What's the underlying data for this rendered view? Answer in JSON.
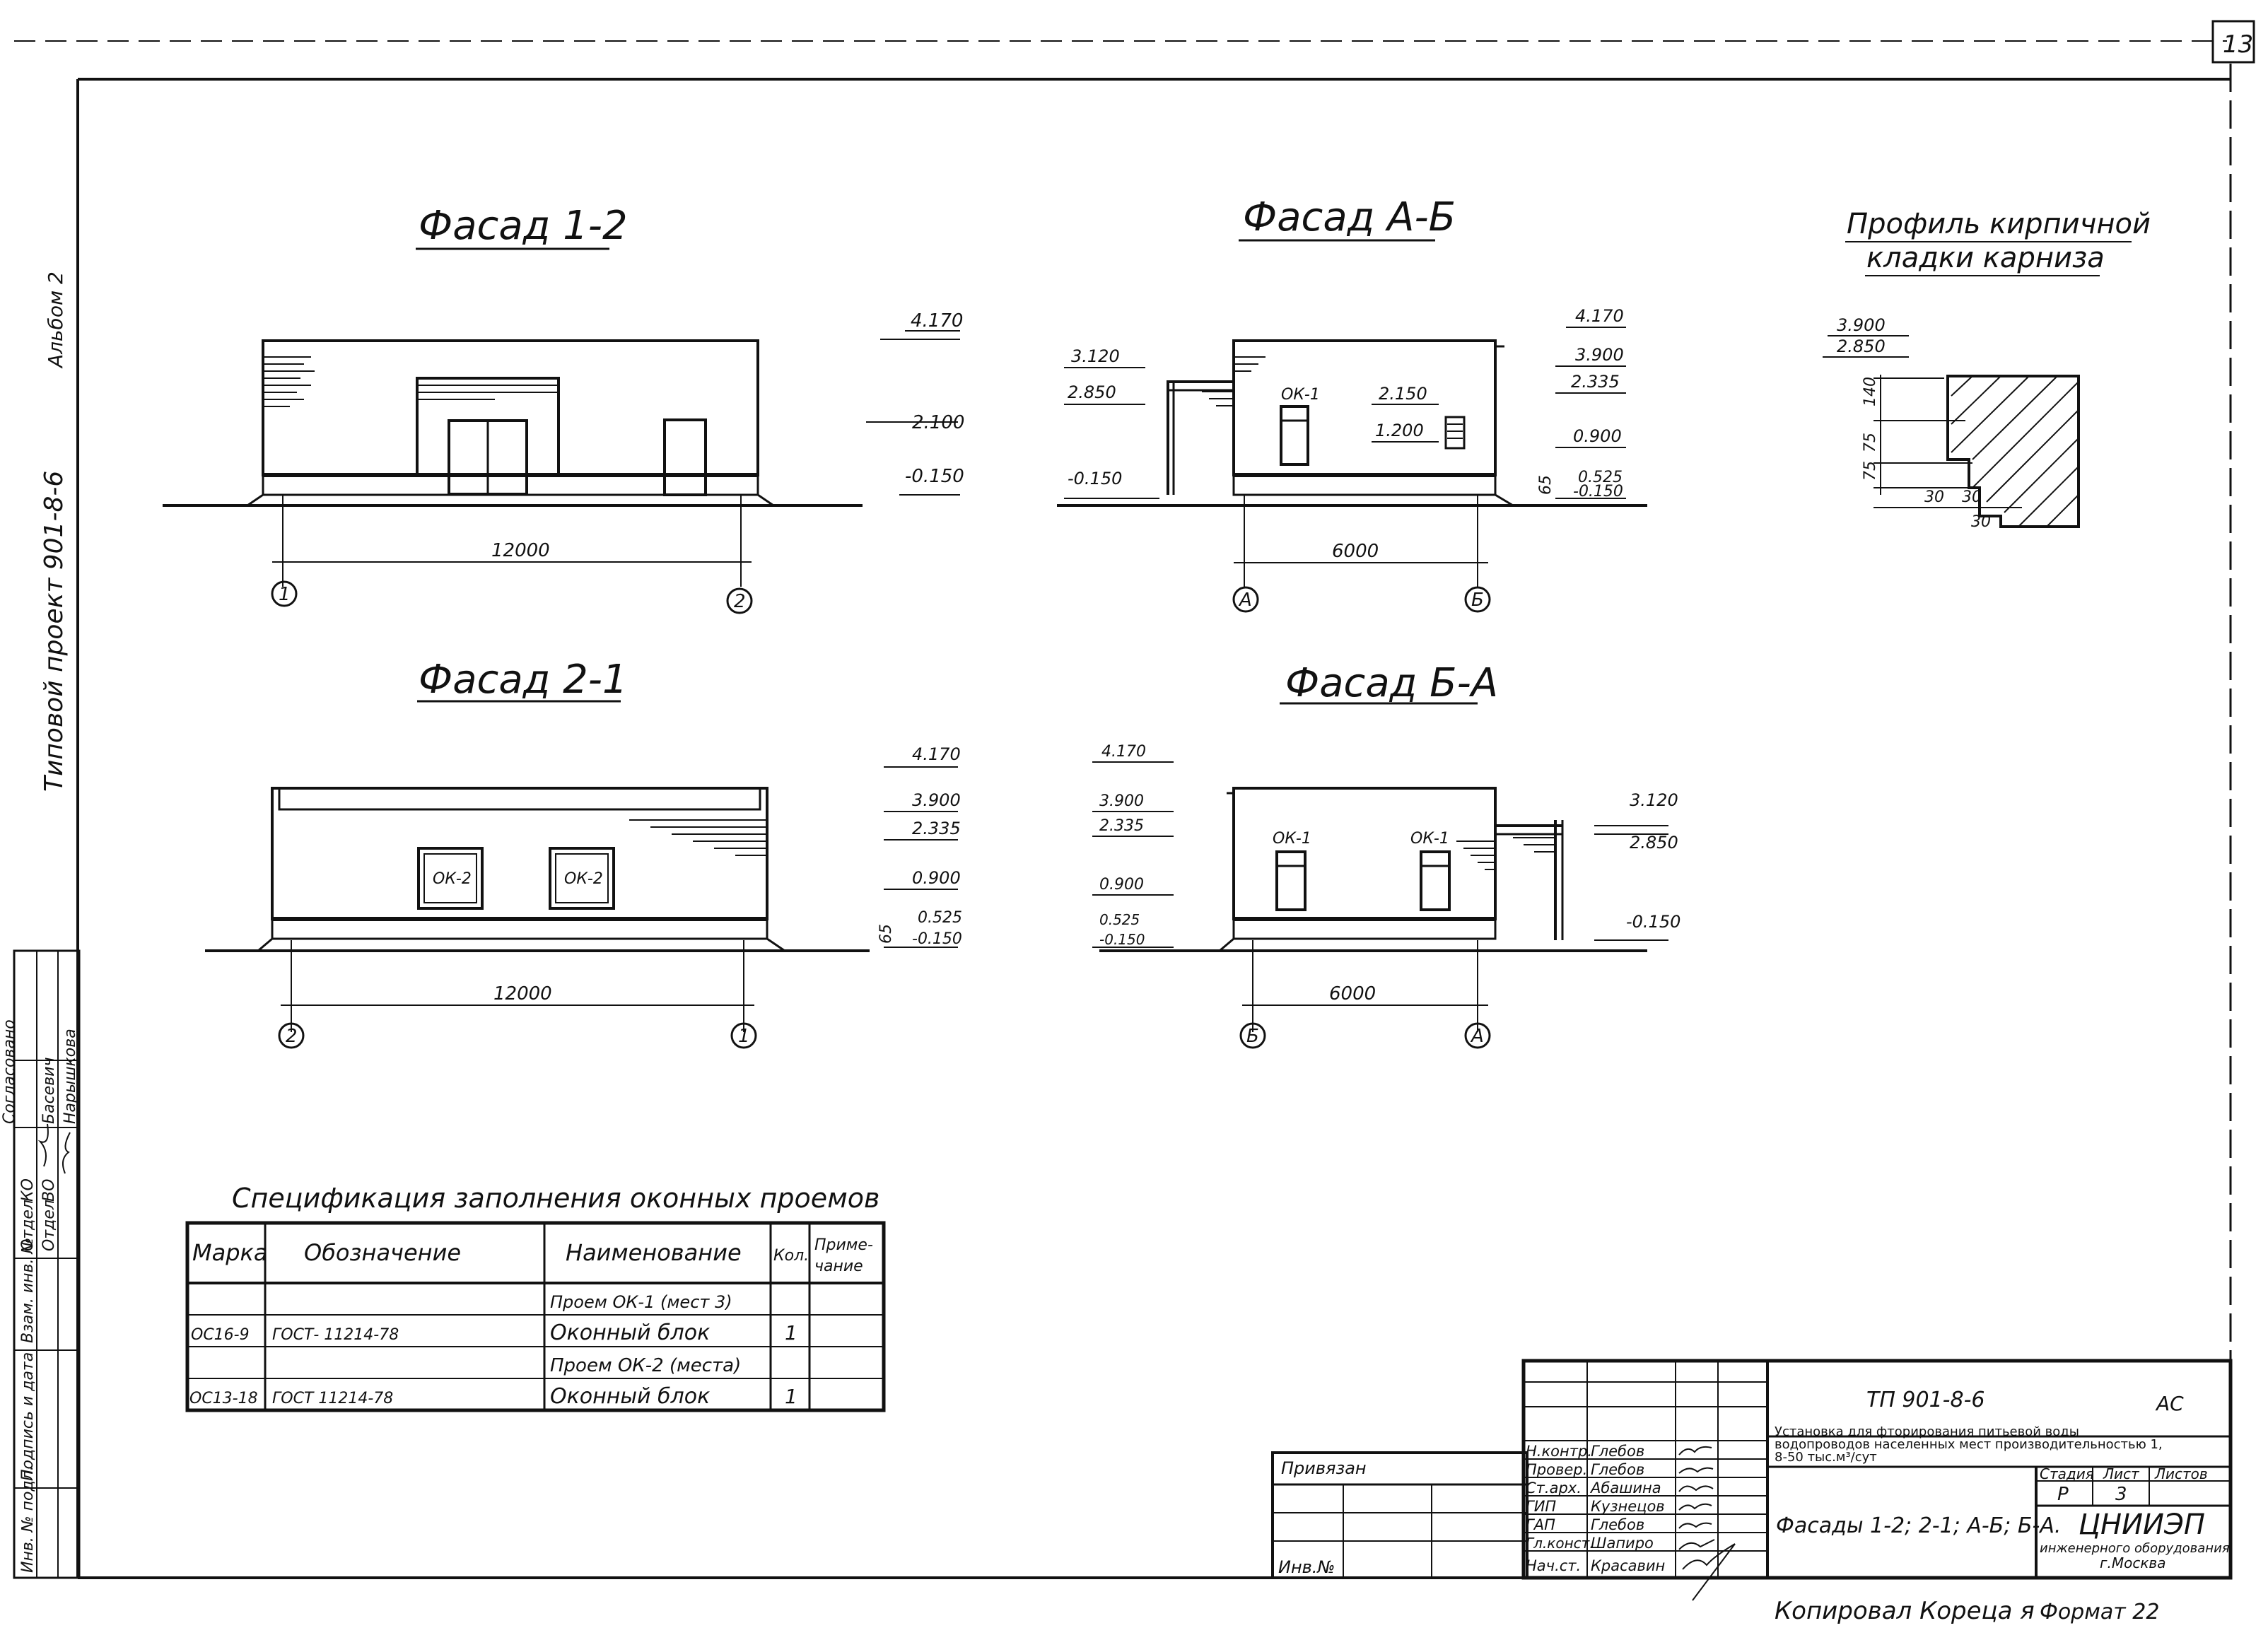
{
  "sheet": {
    "page_number": "13",
    "album_label": "Альбом 2",
    "project_label": "Типовой проект 901-8-6"
  },
  "facades": [
    {
      "id": "f12",
      "title": "Фасад 1-2",
      "dimension": "12000",
      "axis_left": "1",
      "axis_right": "2",
      "levels": [
        "4.170",
        "2.100",
        "-0.150"
      ]
    },
    {
      "id": "fab",
      "title": "Фасад А-Б",
      "dimension": "6000",
      "axis_left": "А",
      "axis_right": "Б",
      "levels_left": [
        "3.120",
        "2.850",
        "-0.150"
      ],
      "levels_right": [
        "4.170",
        "3.900",
        "2.335",
        "0.900",
        "0.525",
        "-0.150"
      ],
      "window_label": "ОК-1",
      "vent_levels": [
        "2.150",
        "1.200"
      ],
      "small_dim": "65"
    },
    {
      "id": "f21",
      "title": "Фасад 2-1",
      "dimension": "12000",
      "axis_left": "2",
      "axis_right": "1",
      "levels": [
        "4.170",
        "3.900",
        "2.335",
        "0.900",
        "0.525",
        "-0.150"
      ],
      "window_labels": [
        "ОК-2",
        "ОК-2"
      ],
      "small_dim": "65"
    },
    {
      "id": "fba",
      "title": "Фасад Б-А",
      "dimension": "6000",
      "axis_left": "Б",
      "axis_right": "А",
      "levels_left": [
        "4.170",
        "3.900",
        "2.335",
        "0.900",
        "0.525",
        "-0.150"
      ],
      "levels_right": [
        "3.120",
        "2.850",
        "-0.150"
      ],
      "window_labels": [
        "ОК-1",
        "ОК-1"
      ]
    }
  ],
  "profile": {
    "title_line1": "Профиль кирпичной",
    "title_line2": "кладки карниза",
    "levels": [
      "3.900",
      "2.850"
    ],
    "dims_vertical": [
      "140",
      "75",
      "75"
    ],
    "dims_horizontal": [
      "30",
      "30",
      "30"
    ]
  },
  "spec": {
    "title": "Спецификация заполнения оконных проемов",
    "headers": [
      "Марка",
      "Обозначение",
      "Наименование",
      "Кол.",
      "Приме-\nчание"
    ],
    "rows": [
      [
        "",
        "",
        "Проем ОК-1 (мест 3)",
        "",
        ""
      ],
      [
        "ОС16-9",
        "ГОСТ- 11214-78",
        "Оконный блок",
        "1",
        ""
      ],
      [
        "",
        "",
        "Проем ОК-2 (места)",
        "",
        ""
      ],
      [
        "ОС13-18",
        "ГОСТ 11214-78",
        "Оконный блок",
        "1",
        ""
      ]
    ]
  },
  "left_stamp": {
    "labels": [
      "Инв. № подл.",
      "Подпись и дата",
      "Взам. инв. №",
      "Отдел",
      "Отдел"
    ],
    "codes": [
      "ВО",
      "КО"
    ],
    "names": [
      "Нарышкова",
      "Басевич"
    ],
    "header": "Согласовано"
  },
  "title_block": {
    "project_code": "ТП 901-8-6",
    "mark": "АС",
    "description": "Установка для фторирования питьевой воды водопроводов населенных мест производительностью 1, 8-50 тыс.м³/сут",
    "drawing_title": "Фасады 1-2; 2-1; А-Б; Б-А.",
    "stage_header": "Стадия",
    "sheet_header": "Лист",
    "sheets_header": "Листов",
    "stage": "Р",
    "sheet": "3",
    "org_name": "ЦНИИЭП",
    "org_sub1": "инженерного оборудования",
    "org_sub2": "г.Москва",
    "privyazan": "Привязан",
    "inv": "Инв.№",
    "roles": [
      "Н.контр.",
      "Провер.",
      "Ст.арх.",
      "ГИП",
      "ГАП",
      "Гл.конст.",
      "Нач.ст."
    ],
    "names": [
      "Глебов",
      "Глебов",
      "Абашина",
      "Кузнецов",
      "Глебов",
      "Шапиро",
      "Красавин"
    ]
  },
  "footer": {
    "copied": "Копировал Кореца я",
    "format": "Формат 22"
  }
}
